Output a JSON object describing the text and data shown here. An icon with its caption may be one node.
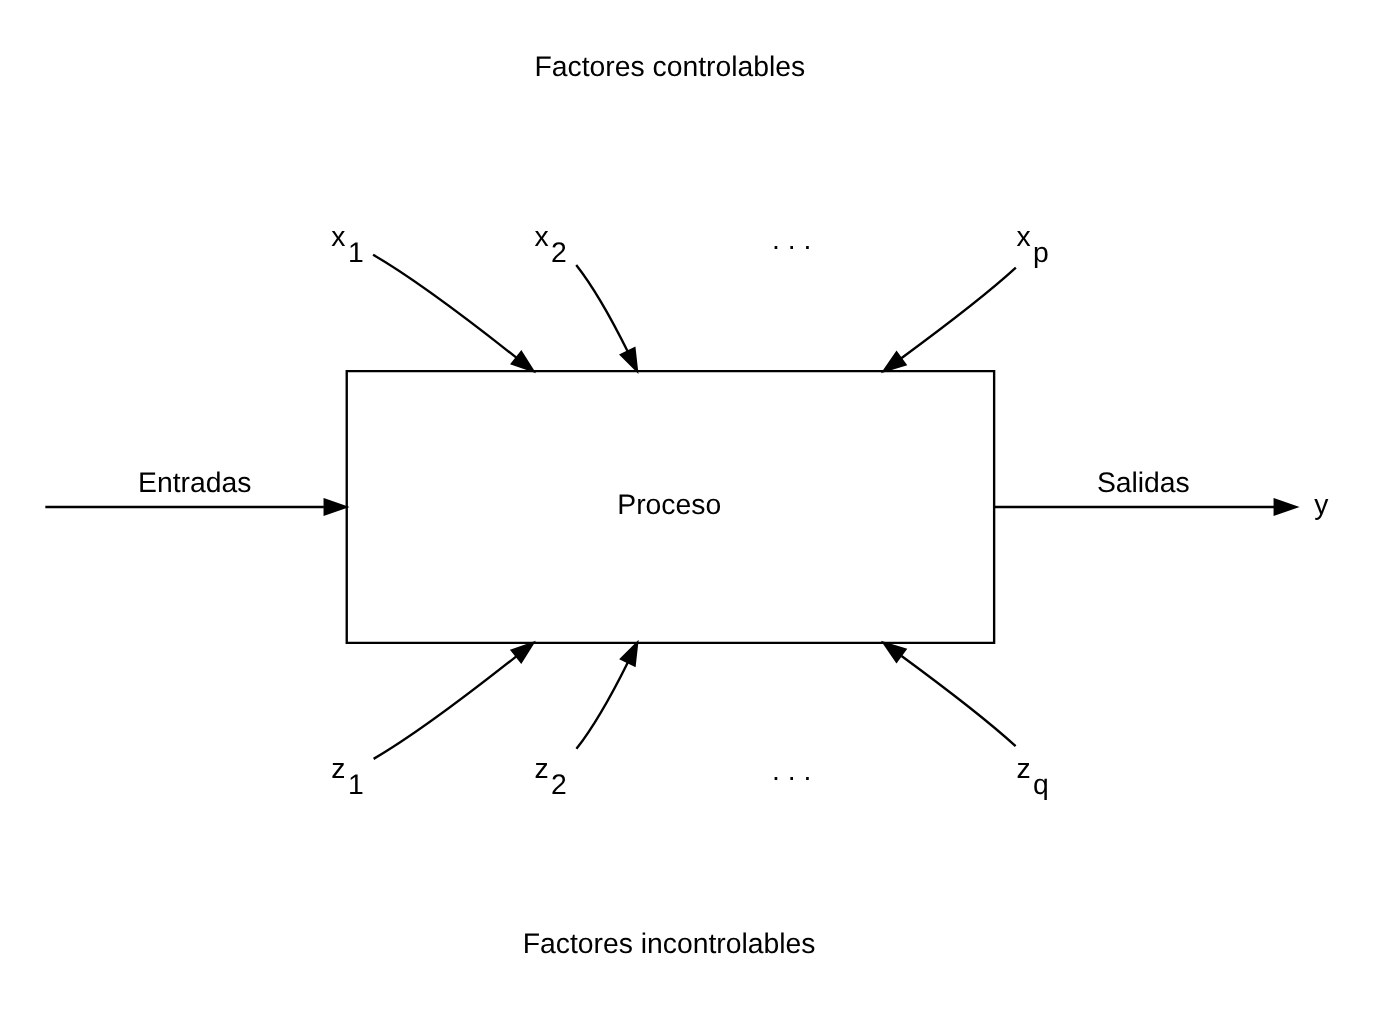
{
  "diagram": {
    "nodes": [
      {
        "text": [
          "Proceso"
        ]
      },
      {
        "text": [
          "x$_{1}$"
        ]
      },
      {
        "text": [
          "x$_{2}$"
        ]
      },
      {
        "text": [
          "x$_{p}$"
        ]
      },
      {
        "text": [
          "z$_{1}$"
        ]
      },
      {
        "text": [
          "z$_{2}$"
        ]
      },
      {
        "text": [
          "z$_{q}$"
        ]
      },
      {
        "text": [
          "y"
        ]
      }
    ],
    "edges": [
      {
        "from": 1,
        "to": 0,
        "arrow": "to"
      },
      {
        "from": 2,
        "to": 0,
        "arrow": "to"
      },
      {
        "from": 3,
        "to": 0,
        "arrow": "to"
      },
      {
        "from": null,
        "to": 0,
        "arrow": "to",
        "label": "Entradas"
      },
      {
        "from": 0,
        "to": 7,
        "arrow": "to",
        "label": "Salidas"
      },
      {
        "from": 4,
        "to": 0,
        "arrow": "to"
      },
      {
        "from": 5,
        "to": 0,
        "arrow": "to"
      },
      {
        "from": 6,
        "to": 0,
        "arrow": "to"
      }
    ],
    "labels": [
      "Factores controlables",
      ". . .",
      ". . .",
      "Factores incontrolables"
    ]
  }
}
